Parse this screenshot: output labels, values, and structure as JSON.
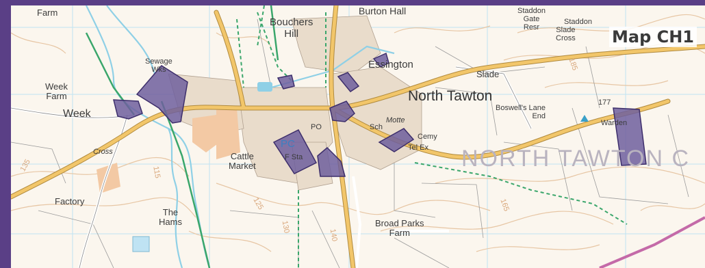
{
  "map_title": "Map CH1",
  "colors": {
    "frame": "#5a3f86",
    "site_fill": "#6e5f9e",
    "site_stroke": "#3d2e6b",
    "road_main": "#f2c66a",
    "water": "#8fd0e6",
    "path_green": "#3aa66b",
    "contour": "#e7c6a4",
    "boundary": "#c46aa8"
  },
  "labels": {
    "farm_tl": "Farm",
    "burton_hall": "Burton Hall",
    "bouchers_hill": "Bouchers\nHill",
    "staddon_gate": "Staddon\nGate\nResr",
    "slade_cross": "Slade\nCross",
    "staddon": "Staddon",
    "sewage": "Sewage\nWks",
    "essington": "Essington",
    "slade": "Slade",
    "week_farm": "Week\nFarm",
    "week": "Week",
    "north_tawton": "North Tawton",
    "boswells_lane": "Boswell's Lane\nEnd",
    "ht_177": "177",
    "warden": "Warden",
    "pc": "PC",
    "po": "PO",
    "sch": "Sch",
    "motte": "Motte",
    "cemy": "Cemy",
    "tel_ex": "Tel Ex",
    "f_sta": "F Sta",
    "cross": "Cross",
    "cattle_market": "Cattle\nMarket",
    "factory": "Factory",
    "the_hams": "The\nHams",
    "broad_parks": "Broad Parks\nFarm",
    "parish": "NORTH TAWTON C",
    "h_135": "135",
    "h_130": "130",
    "h_140": "140",
    "h_165": "165",
    "h_185": "185",
    "h_125": "125",
    "h_115": "115"
  }
}
